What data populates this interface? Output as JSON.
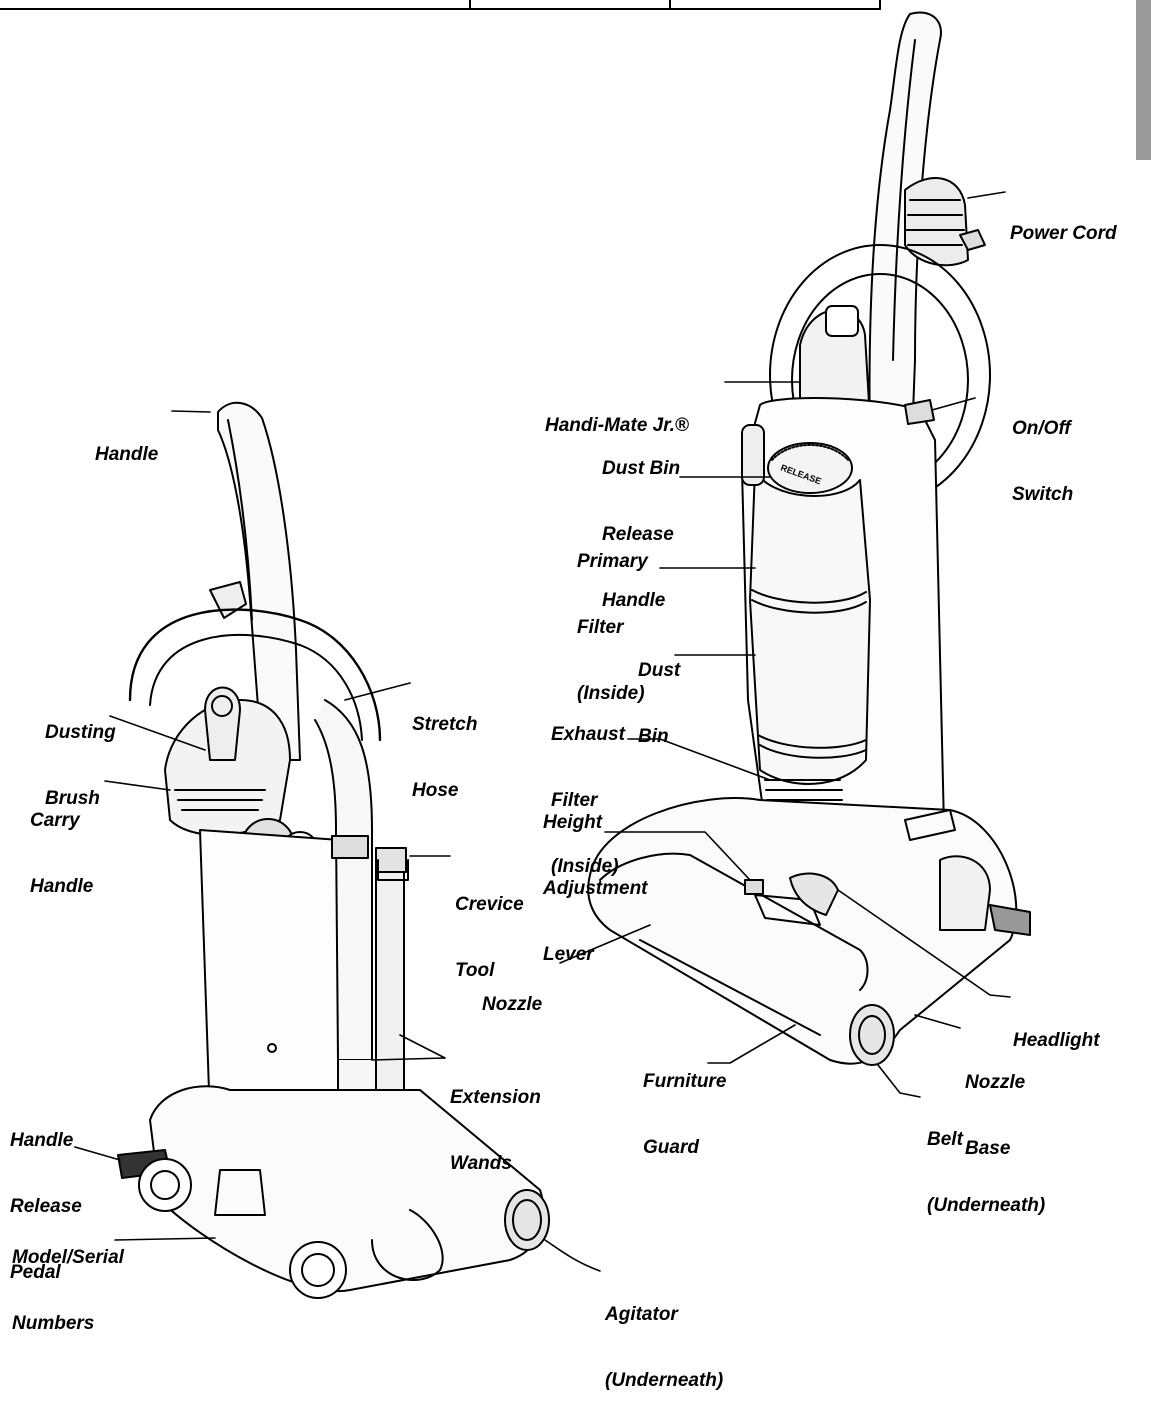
{
  "labels": {
    "handle": "Handle",
    "dusting_brush": [
      "Dusting",
      "Brush"
    ],
    "carry_handle": [
      "Carry",
      "Handle"
    ],
    "stretch_hose": [
      "Stretch",
      "Hose"
    ],
    "crevice_tool": [
      "Crevice",
      "Tool"
    ],
    "extension_wands": [
      "Extension",
      "Wands"
    ],
    "handle_release_pedal": [
      "Handle",
      "Release",
      "Pedal"
    ],
    "model_serial_numbers": [
      "Model/Serial",
      "Numbers"
    ],
    "agitator": [
      "Agitator",
      "(Underneath)"
    ],
    "power_cord": "Power Cord",
    "handi_mate": "Handi-Mate Jr.®",
    "on_off_switch": [
      "On/Off",
      "Switch"
    ],
    "dust_bin_release_handle": [
      "Dust Bin",
      "Release",
      "Handle"
    ],
    "primary_filter": [
      "Primary",
      "Filter",
      "(Inside)"
    ],
    "dust_bin": [
      "Dust",
      "Bin"
    ],
    "exhaust_filter": [
      "Exhaust",
      "Filter",
      "(Inside)"
    ],
    "height_adjustment_lever": [
      "Height",
      "Adjustment",
      "Lever"
    ],
    "nozzle": "Nozzle",
    "headlight": "Headlight",
    "furniture_guard": [
      "Furniture",
      "Guard"
    ],
    "nozzle_base": [
      "Nozzle",
      "Base"
    ],
    "belt": [
      "Belt",
      "(Underneath)"
    ],
    "release_embossed": "RELEASE"
  }
}
